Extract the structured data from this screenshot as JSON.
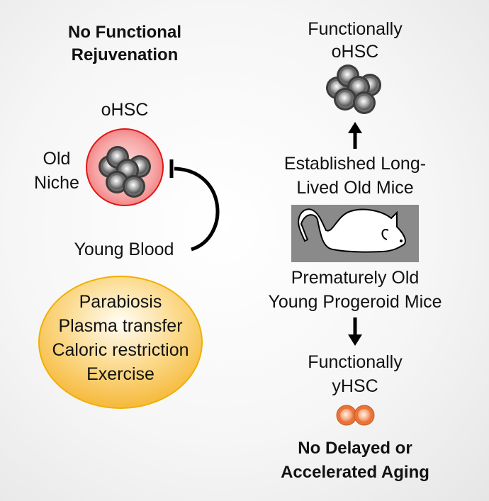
{
  "left": {
    "title_line1": "No Functional",
    "title_line2": "Rejuvenation",
    "ohsc_label": "oHSC",
    "niche_line1": "Old",
    "niche_line2": "Niche",
    "young_blood_label": "Young Blood",
    "interventions": [
      "Parabiosis",
      "Plasma transfer",
      "Caloric restriction",
      "Exercise"
    ]
  },
  "right": {
    "top_label_line1": "Functionally",
    "top_label_line2": "oHSC",
    "old_mice_line1": "Established Long-",
    "old_mice_line2": "Lived Old Mice",
    "progeroid_line1": "Prematurely Old",
    "progeroid_line2": "Young Progeroid Mice",
    "bottom_label_line1": "Functionally",
    "bottom_label_line2": "yHSC",
    "conclusion_line1": "No Delayed or",
    "conclusion_line2": "Accelerated Aging"
  },
  "colors": {
    "niche_fill": "#f07a7a",
    "niche_border": "#e01818",
    "intervention_fill": "#f8c040",
    "intervention_border": "#f0b000",
    "yhsc_cell": "#f0915a",
    "mouse_bg": "#8a8a8a"
  }
}
